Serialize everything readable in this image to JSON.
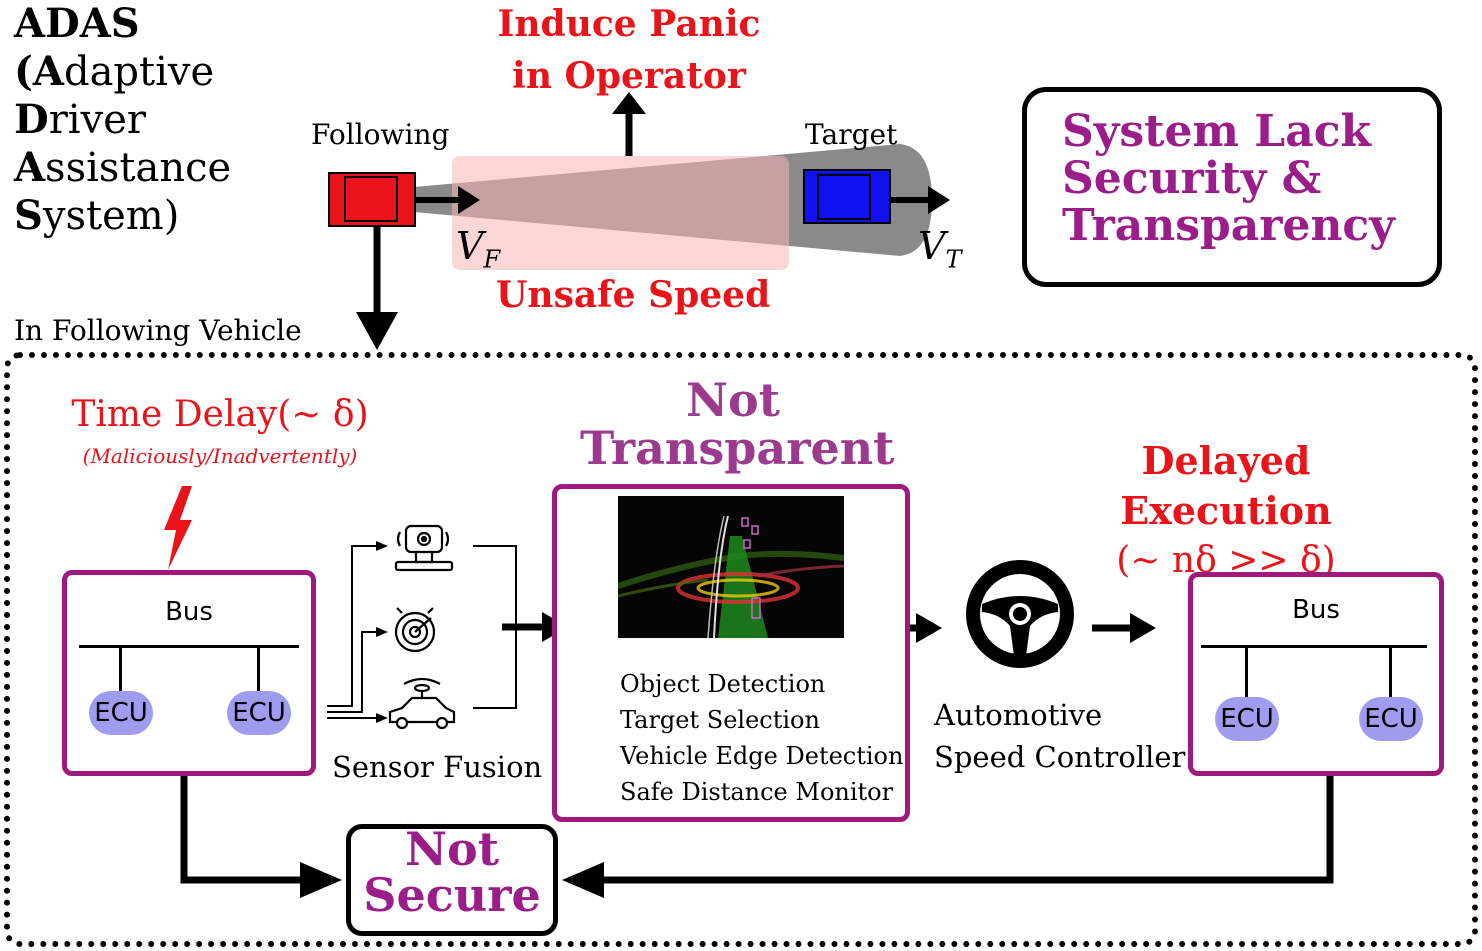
{
  "adas": {
    "lines": [
      {
        "initial": "ADAS",
        "rest": ""
      },
      {
        "initial": "(A",
        "rest": "daptive"
      },
      {
        "initial": "D",
        "rest": "river"
      },
      {
        "initial": "A",
        "rest": "ssistance"
      },
      {
        "initial": "S",
        "rest": "ystem)"
      }
    ]
  },
  "top": {
    "panic_line1": "Induce Panic",
    "panic_line2": "in Operator",
    "following_label": "Following",
    "target_label": "Target",
    "vf_symbol": "V",
    "vf_sub": "F",
    "vt_symbol": "V",
    "vt_sub": "T",
    "unsafe_speed": "Unsafe Speed"
  },
  "system_box": {
    "lines": [
      "System Lack",
      "Security &",
      "Transparency"
    ]
  },
  "vehicle": {
    "label": "In Following Vehicle"
  },
  "delay": {
    "title": "Time Delay(∼ δ)",
    "subtitle": "(Maliciously/Inadvertently)"
  },
  "left_bus": {
    "bus_label": "Bus",
    "ecu1": "ECU",
    "ecu2": "ECU"
  },
  "right_bus": {
    "bus_label": "Bus",
    "ecu1": "ECU",
    "ecu2": "ECU"
  },
  "sensor_fusion": {
    "label": "Sensor Fusion"
  },
  "transparency": {
    "line1": "Not",
    "line2": "Transparent"
  },
  "perception": {
    "items": [
      "Object Detection",
      "Target Selection",
      "Vehicle Edge Detection",
      "Safe Distance Monitor"
    ]
  },
  "controller": {
    "line1": "Automotive",
    "line2": "Speed Controller"
  },
  "delayed": {
    "line1": "Delayed Execution",
    "line2": "(∼ nδ >> δ)"
  },
  "not_secure": {
    "line1": "Not",
    "line2": "Secure"
  },
  "colors": {
    "accent_red": "#e8141a",
    "accent_purple": "#9b1d8a",
    "box_magenta": "#a0197f",
    "ecu_fill": "#9f9cf0",
    "following_car": "#e8141a",
    "target_car": "#1010f0"
  },
  "icons": [
    "camera-sensor-icon",
    "radar-sensor-icon",
    "lidar-car-icon",
    "steering-wheel-icon",
    "lightning-bolt-icon"
  ]
}
